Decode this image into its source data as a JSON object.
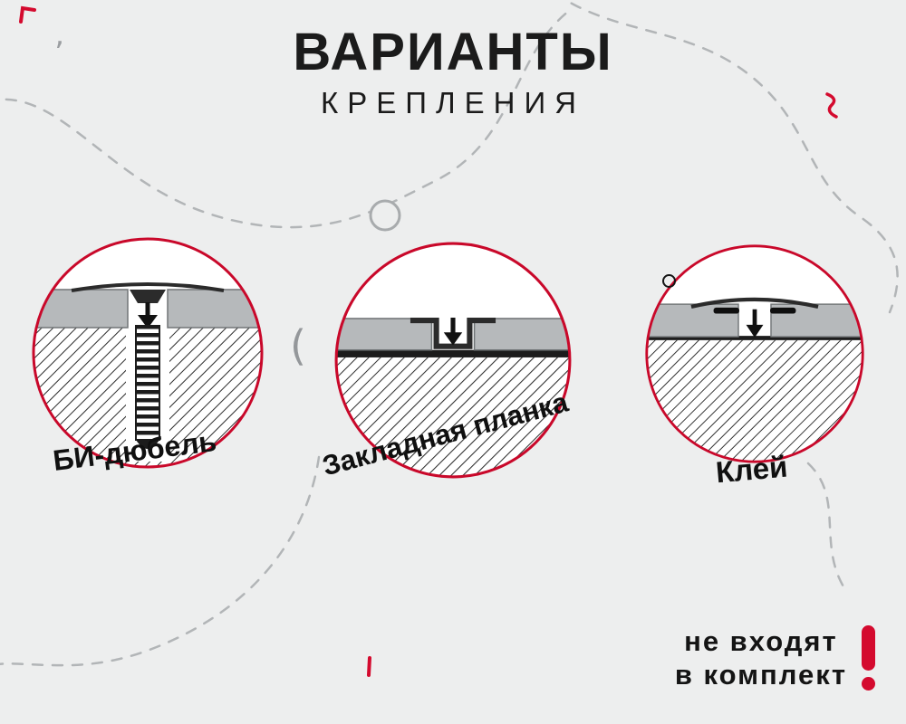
{
  "header": {
    "title_line1": "ВАРИАНТЫ",
    "title_line2": "КРЕПЛЕНИЯ"
  },
  "options": [
    {
      "label": "БИ-дюбель",
      "diagram": "bi-dowel-cross-section"
    },
    {
      "label": "Закладная планка",
      "diagram": "mounting-plate-cross-section"
    },
    {
      "label": "Клей",
      "diagram": "glue-cross-section"
    }
  ],
  "note": {
    "line1": "не входят",
    "line2": "в комплект",
    "mark": "!"
  },
  "icons": {
    "exclamation": "red-exclamation-mark",
    "arrow_down": "black-down-arrow"
  },
  "colors": {
    "background": "#edeeee",
    "accent_red": "#d40a2e",
    "circle_border_red": "#c9082a",
    "panel_gray": "#b6b9bb",
    "line_dark": "#1c1c1c",
    "dash_gray": "#b2b5b7",
    "text_black": "#141414"
  }
}
